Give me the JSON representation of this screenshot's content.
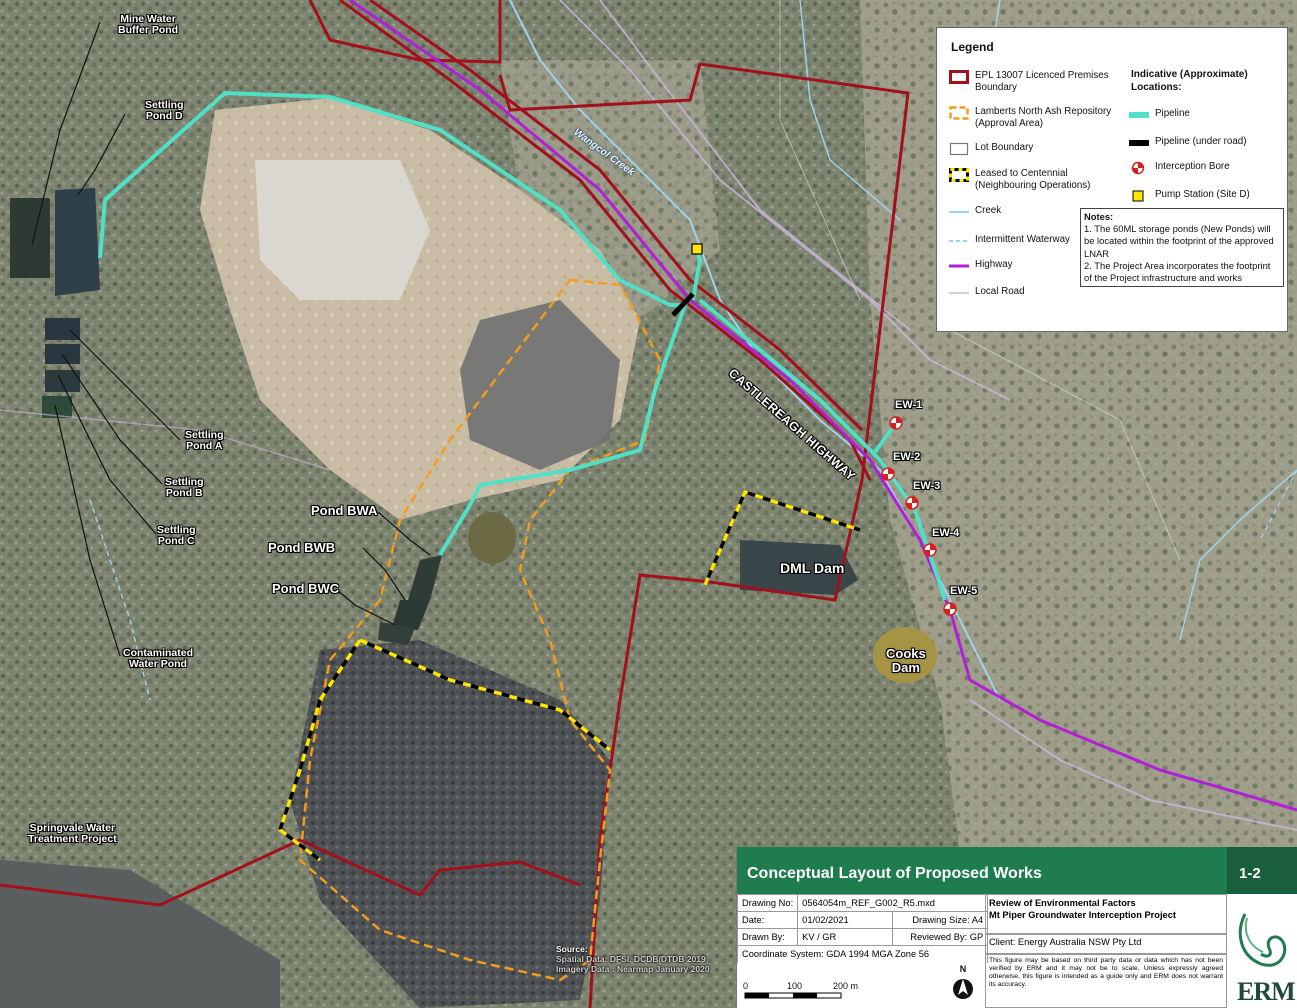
{
  "labels": {
    "mine_water_buffer_pond": "Mine Water\nBuffer Pond",
    "settling_pond_d": "Settling\nPond D",
    "settling_pond_a": "Settling\nPond A",
    "settling_pond_b": "Settling\nPond B",
    "settling_pond_c": "Settling\nPond C",
    "contaminated_water_pond": "Contaminated\nWater Pond",
    "springvale": "Springvale Water\nTreatment Project",
    "pond_bwa": "Pond BWA",
    "pond_bwb": "Pond BWB",
    "pond_bwc": "Pond BWC",
    "dml_dam": "DML Dam",
    "cooks_dam": "Cooks\nDam",
    "wangcol_creek": "Wangcol Creek",
    "highway": "CASTLEREAGH HIGHWAY",
    "ew1": "EW-1",
    "ew2": "EW-2",
    "ew3": "EW-3",
    "ew4": "EW-4",
    "ew5": "EW-5"
  },
  "legend": {
    "title": "Legend",
    "items": [
      {
        "label": "EPL 13007 Licenced Premises\nBoundary",
        "symbol": "epl"
      },
      {
        "label": "Lamberts North Ash Repository\n(Approval Area)",
        "symbol": "lnar"
      },
      {
        "label": "Lot Boundary",
        "symbol": "lot"
      },
      {
        "label": "Leased to Centennial\n(Neighbouring Operations)",
        "symbol": "leased"
      },
      {
        "label": "Creek",
        "symbol": "creek"
      },
      {
        "label": "Intermittent Waterway",
        "symbol": "intermittent"
      },
      {
        "label": "Highway",
        "symbol": "highway"
      },
      {
        "label": "Local Road",
        "symbol": "road"
      }
    ],
    "indicative_header": "Indicative (Approximate)\nLocations:",
    "indicative_items": [
      {
        "label": "Pipeline",
        "symbol": "pipeline"
      },
      {
        "label": "Pipeline (under road)",
        "symbol": "pipeline-road"
      },
      {
        "label": "Interception Bore",
        "symbol": "bore"
      },
      {
        "label": "Pump Station (Site D)",
        "symbol": "pump"
      }
    ],
    "notes_title": "Notes:",
    "notes": [
      "1. The 60ML storage ponds (New Ponds) will be located within the footprint of the approved LNAR",
      "2. The Project Area incorporates the footprint of the Project infrastructure and works"
    ]
  },
  "title_block": {
    "title": "Conceptual Layout of Proposed Works",
    "figure_no": "1-2",
    "drawing_no_label": "Drawing No:",
    "drawing_no": "0564054m_REF_G002_R5.mxd",
    "date_label": "Date:",
    "date": "01/02/2021",
    "drawing_size_label": "Drawing Size:",
    "drawing_size": "A4",
    "drawn_by_label": "Drawn By:",
    "drawn_by": "KV / GR",
    "reviewed_by_label": "Reviewed By:",
    "reviewed_by": "GP",
    "coord_system": "Coordinate System: GDA 1994 MGA Zone 56",
    "report_title": "Review of Environmental Factors",
    "project": "Mt Piper Groundwater Interception Project",
    "client": "Client: Energy Australia NSW Pty Ltd",
    "disclaimer": "This figure may be based on third party data or data which has not been verified by ERM and it may not be to scale. Unless expressly agreed otherwise, this figure is intended as a guide only and ERM does not warrant its accuracy.",
    "scale_0": "0",
    "scale_100": "100",
    "scale_200": "200 m",
    "north": "N",
    "logo_text": "ERM"
  },
  "source": {
    "title": "Source:",
    "line1": "Spatial Data: DFSI, DCDB/DTDB 2019",
    "line2": "Imagery Data : Nearmap January 2020"
  },
  "colors": {
    "epl": "#a30f1a",
    "lnar": "#f39c1e",
    "pipeline": "#4fe0c6",
    "highway": "#b21fd6",
    "creek": "#9fd3ea",
    "leased_yellow": "#ffe600",
    "title_green": "#1f7c4e"
  }
}
